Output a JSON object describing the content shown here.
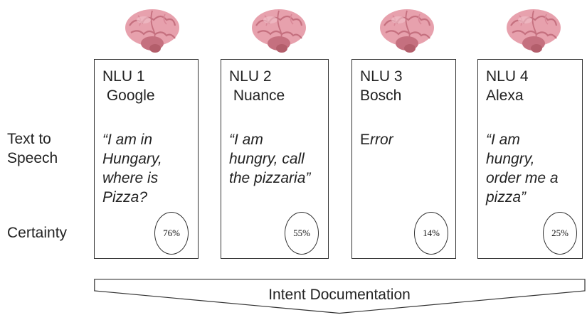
{
  "row_labels": {
    "tts": "Text to\nSpeech",
    "certainty": "Certainty"
  },
  "cards": [
    {
      "title": "NLU 1\n Google",
      "transcription": "“I am in\nHungary,\nwhere is\nPizza?",
      "transcription_style": "italic",
      "certainty": "76%",
      "brain_icon": "brain-icon"
    },
    {
      "title": "NLU 2\n Nuance",
      "transcription": "“I am\nhungry, call\nthe pizzaria”",
      "transcription_style": "italic",
      "certainty": "55%",
      "brain_icon": "brain-icon"
    },
    {
      "title": "NLU 3\nBosch",
      "transcription": "E",
      "transcription_italic_part": "rror",
      "transcription_style": "mixed",
      "certainty": "14%",
      "brain_icon": "brain-icon"
    },
    {
      "title": "NLU 4\nAlexa",
      "transcription": "“I am\nhungry,\norder me a\npizza”",
      "transcription_style": "italic",
      "certainty": "25%",
      "brain_icon": "brain-icon"
    }
  ],
  "banner": {
    "label": "Intent Documentation",
    "shape": "downward-chevron-arrow"
  },
  "colors": {
    "brain_fill": "#e7a1ad",
    "brain_shadow": "#c5707f",
    "stem": "#b35e6b",
    "stroke": "#333333"
  }
}
